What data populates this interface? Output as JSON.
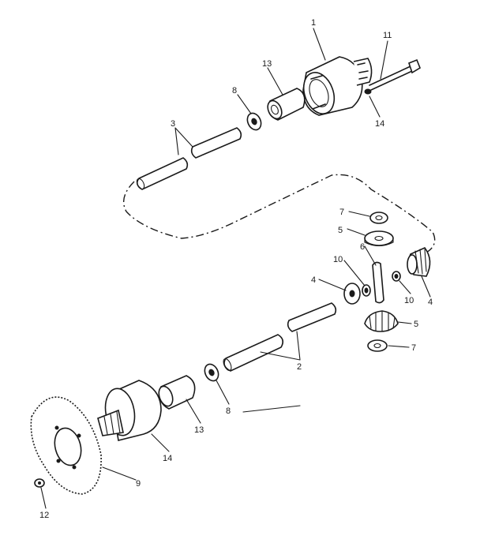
{
  "callouts": [
    {
      "id": "label-1",
      "text": "1"
    },
    {
      "id": "label-11",
      "text": "11"
    },
    {
      "id": "label-13-top",
      "text": "13"
    },
    {
      "id": "label-8-top",
      "text": "8"
    },
    {
      "id": "label-3",
      "text": "3"
    },
    {
      "id": "label-14-top",
      "text": "14"
    },
    {
      "id": "label-7-top",
      "text": "7"
    },
    {
      "id": "label-5-top",
      "text": "5"
    },
    {
      "id": "label-6",
      "text": "6"
    },
    {
      "id": "label-10-left",
      "text": "10"
    },
    {
      "id": "label-4-left",
      "text": "4"
    },
    {
      "id": "label-10-right",
      "text": "10"
    },
    {
      "id": "label-4-right",
      "text": "4"
    },
    {
      "id": "label-5-bottom",
      "text": "5"
    },
    {
      "id": "label-7-bottom",
      "text": "7"
    },
    {
      "id": "label-2",
      "text": "2"
    },
    {
      "id": "label-13-bottom",
      "text": "13"
    },
    {
      "id": "label-8-bottom",
      "text": "8"
    },
    {
      "id": "label-14-bottom",
      "text": "14"
    },
    {
      "id": "label-9",
      "text": "9"
    },
    {
      "id": "label-12",
      "text": "12"
    }
  ]
}
